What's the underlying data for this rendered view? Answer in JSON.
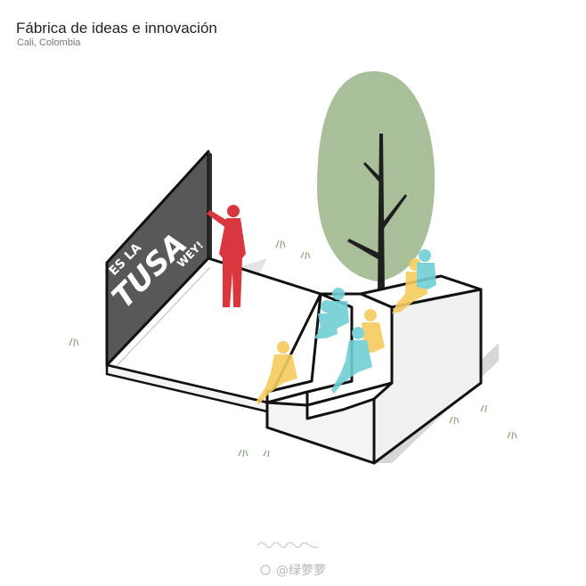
{
  "header": {
    "title": "Fábrica de ideas e innovación",
    "location": "Cali, Colombia"
  },
  "blackboard": {
    "line1": "ES LA",
    "line2": "TUSA",
    "line3": "WEY!"
  },
  "watermark": {
    "handle": "@绿萝萝"
  },
  "colors": {
    "board": "#585858",
    "speaker": "#d9363e",
    "audience_yellow": "#f4cc5e",
    "audience_blue": "#6fcfd3",
    "tree_canopy": "#a9bf9a",
    "tree_trunk": "#1f1f1f",
    "platform_edge": "#111111",
    "platform_side": "#f0f0f0",
    "shadow": "#cfcfcf"
  }
}
